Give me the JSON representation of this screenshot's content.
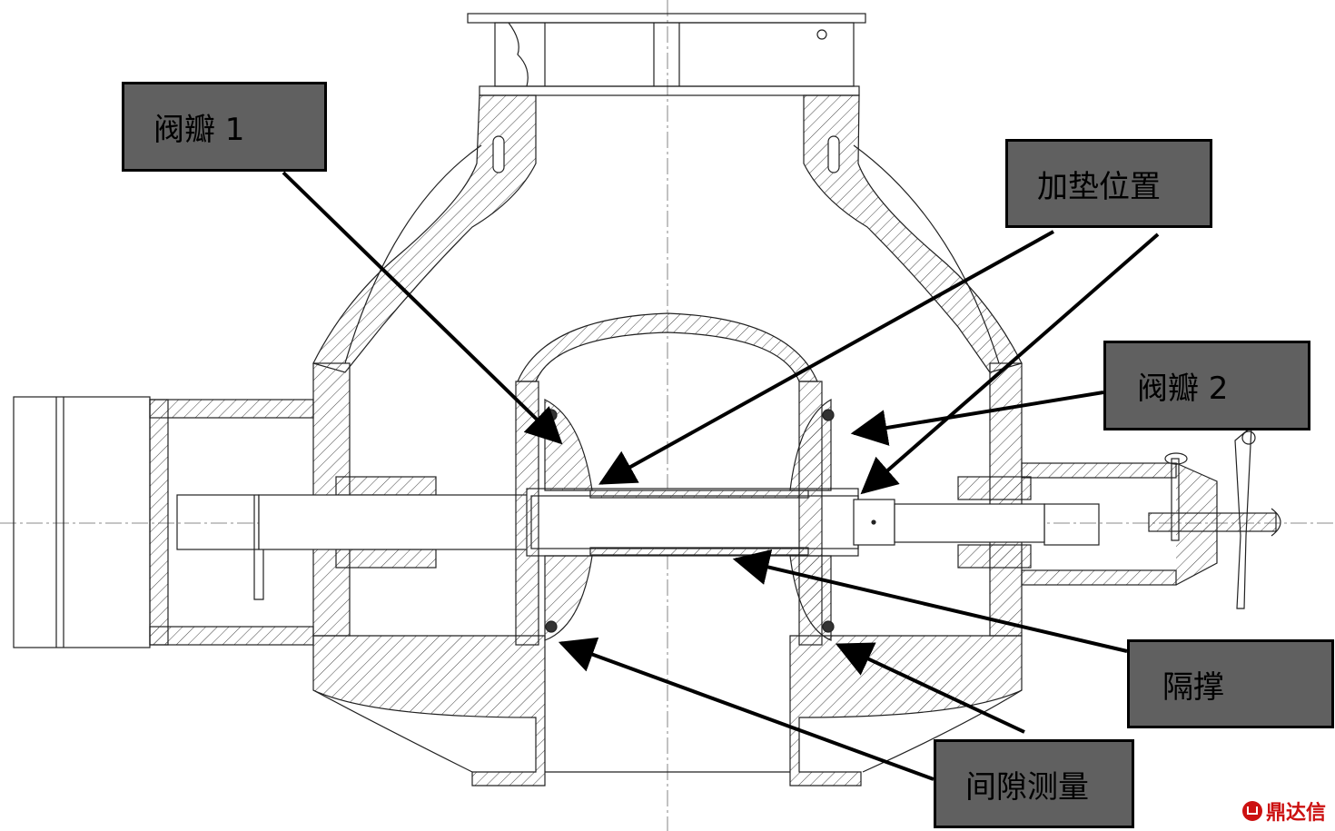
{
  "labels": {
    "valve_flap_1": "阀瓣 1",
    "shim_position": "加垫位置",
    "valve_flap_2": "阀瓣 2",
    "spacer": "隔撑",
    "gap_measurement": "间隙测量"
  },
  "watermark": {
    "text": "鼎达信",
    "color": "#cc1111"
  },
  "colors": {
    "label_fill": "#606060",
    "line": "#000000",
    "background": "#ffffff"
  }
}
